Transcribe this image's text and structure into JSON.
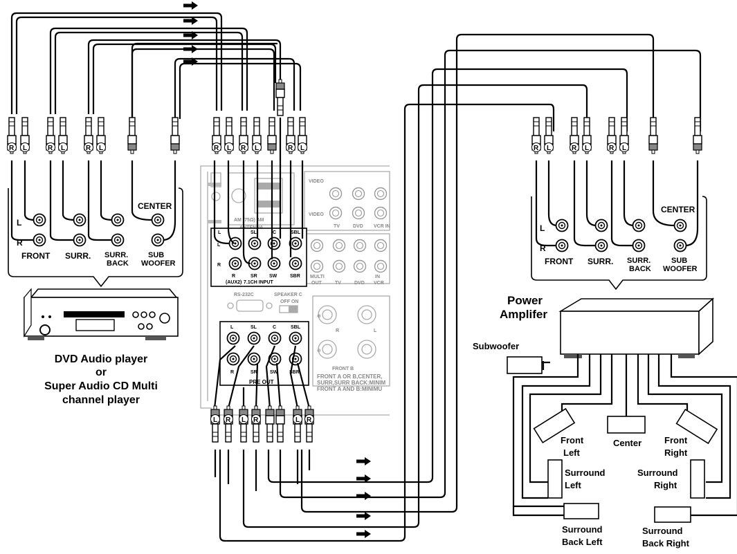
{
  "player_panel": {
    "front": "FRONT",
    "surr": "SURR.",
    "surr_back_1": "SURR.",
    "surr_back_2": "BACK",
    "center": "CENTER",
    "sub_1": "SUB",
    "sub_2": "WOOFER",
    "l": "L",
    "r": "R"
  },
  "amp_panel": {
    "front": "FRONT",
    "surr": "SURR.",
    "surr_back_1": "SURR.",
    "surr_back_2": "BACK",
    "center": "CENTER",
    "sub_1": "SUB",
    "sub_2": "WOOFER",
    "l": "L",
    "r": "R"
  },
  "player_caption": {
    "line1": "DVD Audio player",
    "line2": "or",
    "line3": "Super Audio CD Multi",
    "line4": "channel player"
  },
  "power_amp": {
    "line1": "Power",
    "line2": "Amplifer"
  },
  "speakers": {
    "subwoofer": "Subwoofer",
    "front_left_1": "Front",
    "front_left_2": "Left",
    "center": "Center",
    "front_right_1": "Front",
    "front_right_2": "Right",
    "surround_left_1": "Surround",
    "surround_left_2": "Left",
    "surround_right_1": "Surround",
    "surround_right_2": "Right",
    "surround_back_left_1": "Surround",
    "surround_back_left_2": "Back Left",
    "surround_back_right_1": "Surround",
    "surround_back_right_2": "Back Right"
  },
  "plugs": {
    "r": "R",
    "l": "L"
  },
  "receiver": {
    "input_l": "L",
    "input_sl": "SL",
    "input_c": "C",
    "input_sbl": "SBL",
    "input_r": "R",
    "input_aux": "(AUX2)",
    "input_sr": "SR",
    "input_71": "7.1CH INPUT",
    "input_sw": "SW",
    "input_sbr": "SBR",
    "pre_l": "L",
    "pre_sl": "SL",
    "pre_c": "C",
    "pre_sbl": "SBL",
    "pre_r": "R",
    "pre_sr": "SR",
    "pre_sw": "SW",
    "pre_sbr": "SBR",
    "pre_out": "PRE OUT",
    "rs232": "RS-232C",
    "speaker_c": "SPEAKER C",
    "off_on": "OFF  ON",
    "video": "VIDEO",
    "tv": "TV",
    "dvd": "DVD",
    "vcr_in": "VCR IN",
    "multi": "MULTI",
    "out": "OUT",
    "in": "IN",
    "vcr": "VCR",
    "front_b": "FRONT B",
    "note1": "FRONT A OR B,CENTER,",
    "note2": "SURR,SURR BACK:MINIM",
    "note3": "FRONT A AND B:MINIMU"
  },
  "colors": {
    "line": "#000000",
    "receiver_grey": "#aaaaaa",
    "background": "#ffffff"
  }
}
